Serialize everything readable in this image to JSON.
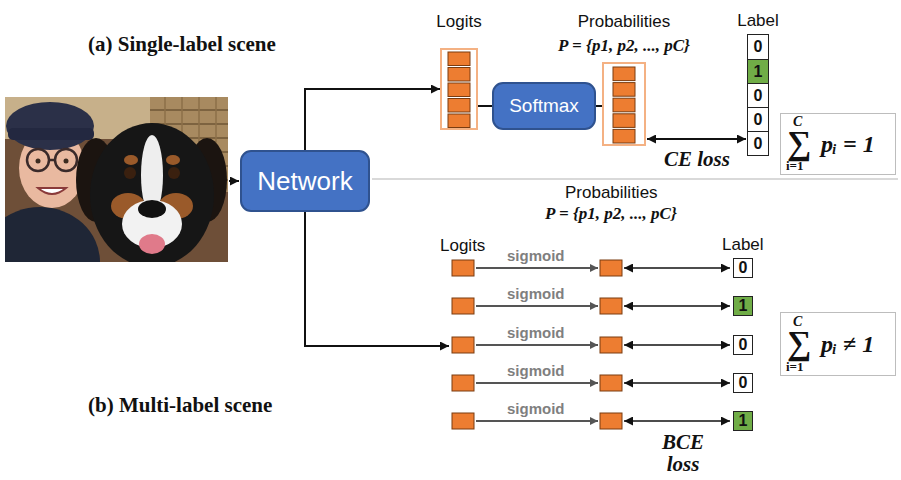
{
  "diagram": {
    "nodes": [
      {
        "text": [
          "Network"
        ]
      },
      {
        "text": [
          "Logits"
        ]
      },
      {
        "text": [
          "Softmax"
        ]
      },
      {
        "text": [
          "Probabilities",
          "P = {p1, p2, ..., pC}"
        ]
      },
      {
        "text": [
          "Label"
        ]
      },
      {
        "text": [
          "0"
        ],
        "in": 4
      },
      {
        "text": [
          "1"
        ],
        "in": 4
      },
      {
        "text": [
          "0"
        ],
        "in": 4
      },
      {
        "text": [
          "0"
        ],
        "in": 4
      },
      {
        "text": [
          "0"
        ],
        "in": 4
      },
      {
        "text": [
          "C",
          "∑",
          "i=1",
          "pᵢ = 1"
        ]
      },
      {
        "text": [
          "0"
        ]
      },
      {
        "text": [
          "1"
        ]
      },
      {
        "text": [
          "0"
        ]
      },
      {
        "text": [
          "0"
        ]
      },
      {
        "text": [
          "1"
        ]
      },
      {
        "text": [
          "C",
          "∑",
          "i=1",
          "pᵢ ≠ 1"
        ]
      }
    ],
    "edges": [
      {
        "from": 0,
        "to": 1,
        "arrow": "to"
      },
      {
        "from": 1,
        "to": 2,
        "arrow": "none"
      },
      {
        "from": 2,
        "to": 3,
        "arrow": "none"
      },
      {
        "from": 3,
        "to": 4,
        "arrow": "both",
        "label": "CE loss"
      }
    ],
    "labels": [
      "(a) Single-label scene",
      "(b) Multi-label scene",
      "Probabilities",
      "P = {p1, p2, ..., pC}",
      "Logits",
      "Label",
      "sigmoid",
      "sigmoid",
      "sigmoid",
      "sigmoid",
      "sigmoid",
      "BCE loss"
    ]
  }
}
